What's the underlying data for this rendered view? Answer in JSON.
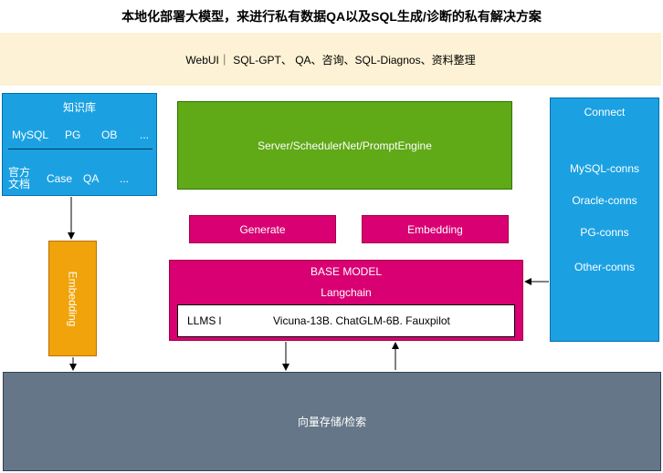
{
  "title": "本地化部署大模型，来进行私有数据QA以及SQL生成/诊断的私有解决方案",
  "webui": "WebUI｜ SQL-GPT、 QA、咨询、SQL-Diagnos、资料整理",
  "knowledge_base": {
    "title": "知识库",
    "row1": [
      "MySQL",
      "PG",
      "OB",
      "..."
    ],
    "row2": [
      "官方\n文档",
      "Case",
      "QA",
      "..."
    ]
  },
  "server": "Server/SchedulerNet/PromptEngine",
  "generate": "Generate",
  "embedding_box": "Embedding",
  "base_model": {
    "title": "BASE MODEL",
    "framework": "Langchain",
    "llms_label": "LLMS l",
    "llms_models": "Vicuna-13B.  ChatGLM-6B. Fauxpilot"
  },
  "connect": {
    "title": "Connect",
    "items": [
      "MySQL-conns",
      "Oracle-conns",
      "PG-conns",
      "Other-conns"
    ]
  },
  "vertical_embedding": "Embedding",
  "vector_store": "向量存储/检索",
  "colors": {
    "blue": "#1ba1e2",
    "green": "#60a917",
    "pink": "#d80073",
    "orange": "#f0a30a",
    "slate": "#647687",
    "cream": "#fdf2d5"
  }
}
